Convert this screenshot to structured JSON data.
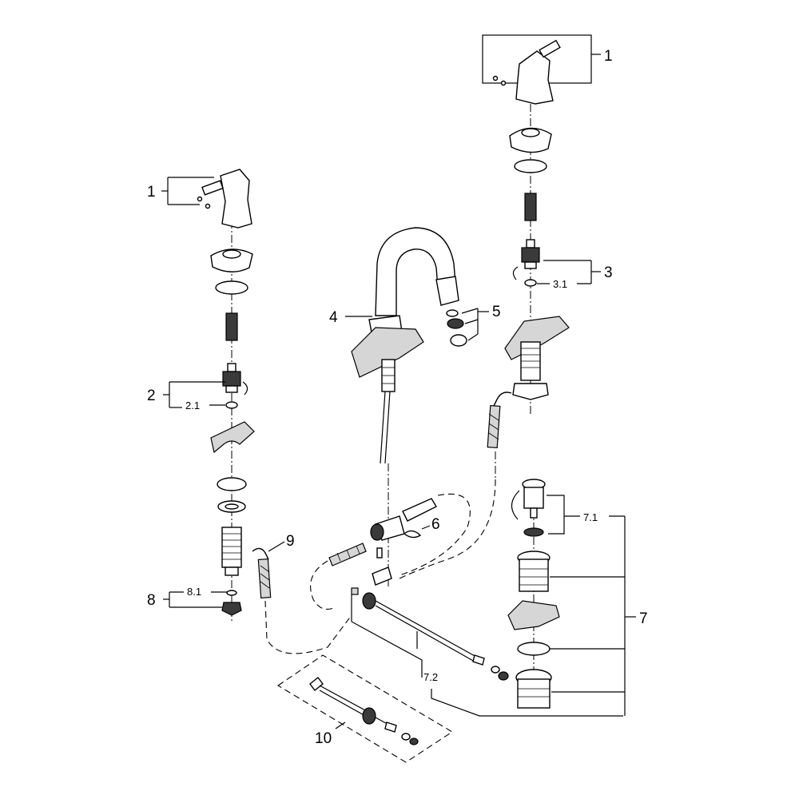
{
  "callouts": {
    "c1_left": "1",
    "c1_right": "1",
    "c2": "2",
    "c2_1": "2.1",
    "c3": "3",
    "c3_1": "3.1",
    "c4": "4",
    "c5": "5",
    "c6": "6",
    "c7": "7",
    "c7_1": "7.1",
    "c7_2": "7.2",
    "c8": "8",
    "c8_1": "8.1",
    "c9": "9",
    "c10": "10"
  }
}
